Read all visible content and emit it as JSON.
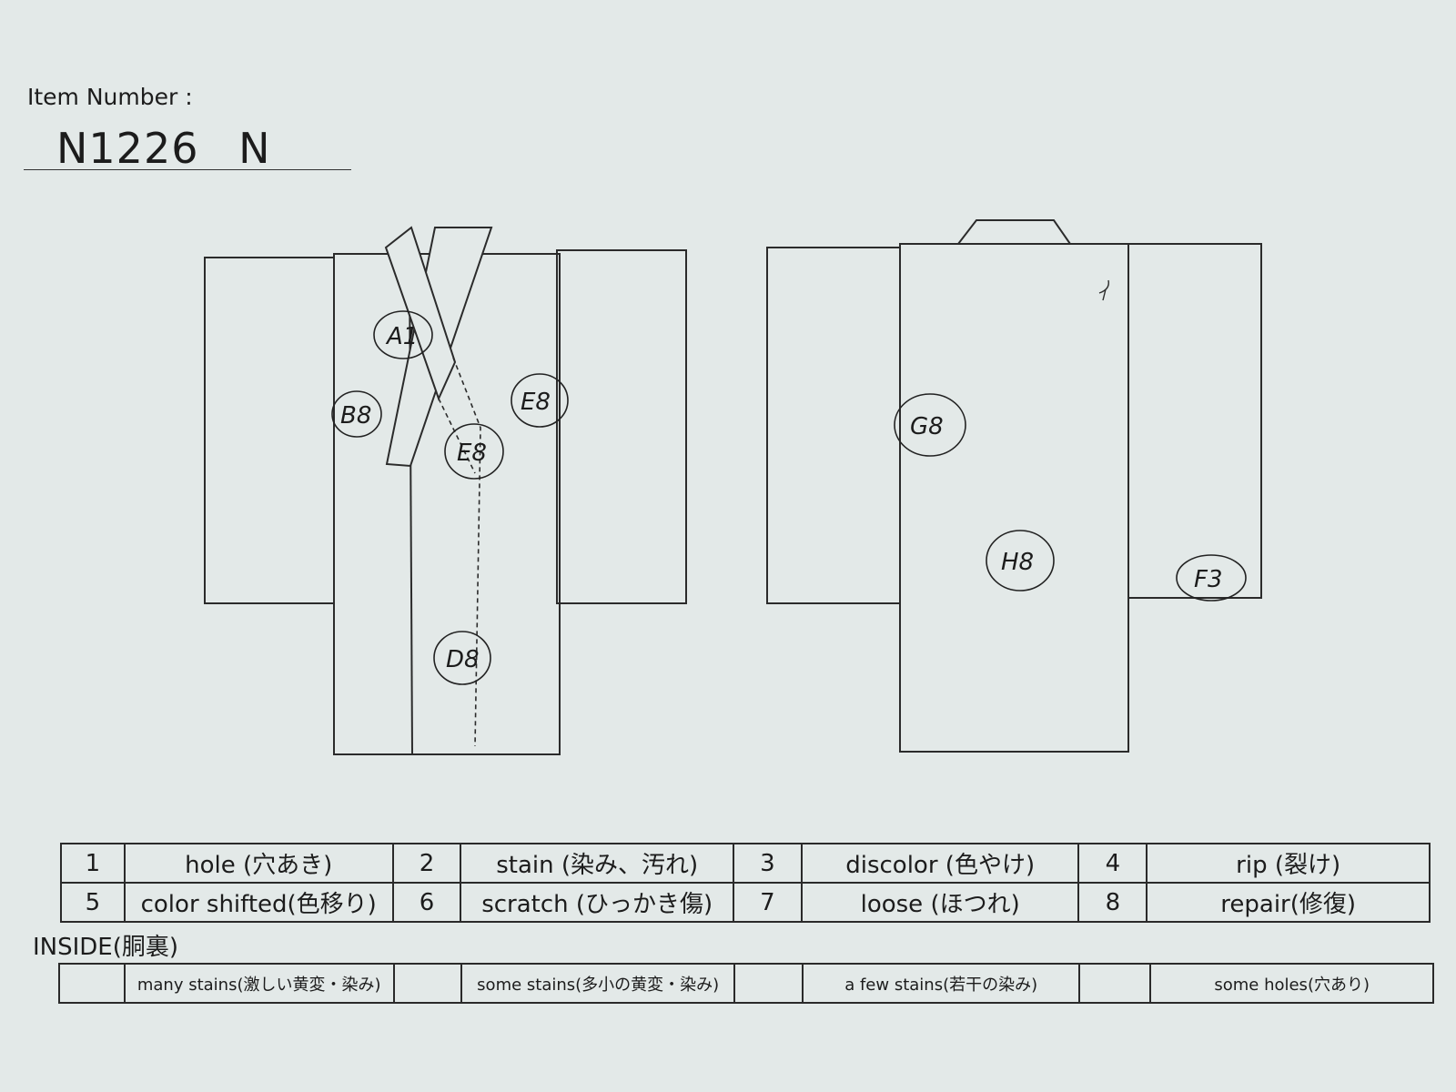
{
  "item": {
    "label": "Item Number :",
    "value": "N1226 N"
  },
  "front_marks": [
    {
      "label": "A1"
    },
    {
      "label": "B8"
    },
    {
      "label": "E8"
    },
    {
      "label": "E8"
    },
    {
      "label": "D8"
    }
  ],
  "back_marks": [
    {
      "label": "G8"
    },
    {
      "label": "H8"
    },
    {
      "label": "F3"
    }
  ],
  "legend": {
    "rows": [
      [
        {
          "num": "1",
          "text": "hole (穴あき)"
        },
        {
          "num": "2",
          "text": "stain (染み、汚れ)"
        },
        {
          "num": "3",
          "text": "discolor (色やけ)"
        },
        {
          "num": "4",
          "text": "rip (裂け)"
        }
      ],
      [
        {
          "num": "5",
          "text": "color shifted(色移り)"
        },
        {
          "num": "6",
          "text": "scratch (ひっかき傷)"
        },
        {
          "num": "7",
          "text": "loose (ほつれ)"
        },
        {
          "num": "8",
          "text": "repair(修復)"
        }
      ]
    ]
  },
  "inside": {
    "title": "INSIDE(胴裏)",
    "cells": [
      {
        "key": "",
        "text": "many stains(激しい黄変・染み)"
      },
      {
        "key": "",
        "text": "some stains(多小の黄変・染み)"
      },
      {
        "key": "",
        "text": "a few stains(若干の染み)"
      },
      {
        "key": "",
        "text": "some holes(穴あり)"
      }
    ]
  }
}
